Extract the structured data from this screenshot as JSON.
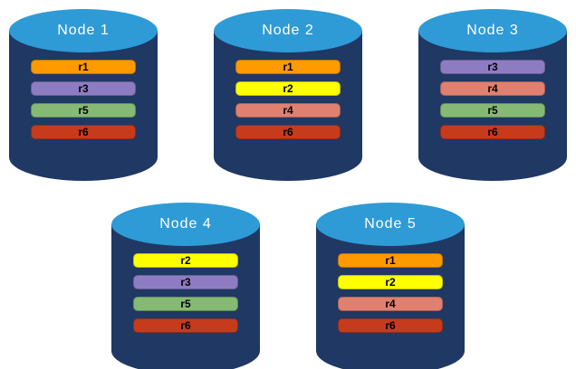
{
  "colors": {
    "cylinder_body": "#1F3864",
    "cylinder_top": "#2E9BD6",
    "background": "#FFFFFF"
  },
  "nodes": [
    {
      "title": "Node 1",
      "rows": [
        {
          "label": "r1",
          "color": "#FF9900"
        },
        {
          "label": "r3",
          "color": "#8E7CC3"
        },
        {
          "label": "r5",
          "color": "#86BA74"
        },
        {
          "label": "r6",
          "color": "#C63B1B"
        }
      ]
    },
    {
      "title": "Node 2",
      "rows": [
        {
          "label": "r1",
          "color": "#FF9900"
        },
        {
          "label": "r2",
          "color": "#FFFF00"
        },
        {
          "label": "r4",
          "color": "#E08070"
        },
        {
          "label": "r6",
          "color": "#C63B1B"
        }
      ]
    },
    {
      "title": "Node 3",
      "rows": [
        {
          "label": "r3",
          "color": "#8E7CC3"
        },
        {
          "label": "r4",
          "color": "#E08070"
        },
        {
          "label": "r5",
          "color": "#86BA74"
        },
        {
          "label": "r6",
          "color": "#C63B1B"
        }
      ]
    },
    {
      "title": "Node 4",
      "rows": [
        {
          "label": "r2",
          "color": "#FFFF00"
        },
        {
          "label": "r3",
          "color": "#8E7CC3"
        },
        {
          "label": "r5",
          "color": "#86BA74"
        },
        {
          "label": "r6",
          "color": "#C63B1B"
        }
      ]
    },
    {
      "title": "Node 5",
      "rows": [
        {
          "label": "r1",
          "color": "#FF9900"
        },
        {
          "label": "r2",
          "color": "#FFFF00"
        },
        {
          "label": "r4",
          "color": "#E08070"
        },
        {
          "label": "r6",
          "color": "#C63B1B"
        }
      ]
    }
  ]
}
